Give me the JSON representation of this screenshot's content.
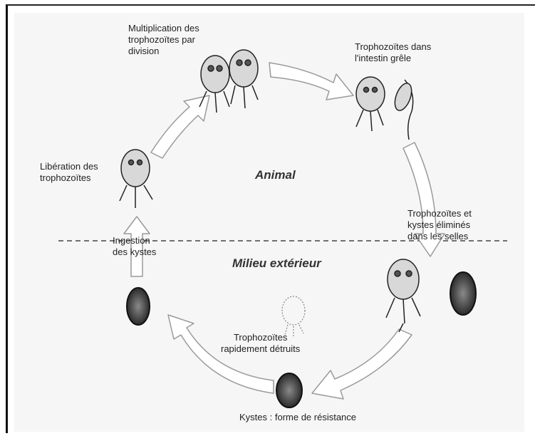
{
  "zones": {
    "upper": "Animal",
    "lower": "Milieu extérieur"
  },
  "stages": {
    "multiplication": [
      "Multiplication des",
      "trophozoïtes par",
      "division"
    ],
    "intestine": [
      "Trophozoïtes dans",
      "l'intestin grêle"
    ],
    "eliminated": [
      "Trophozoïtes et",
      "kystes éliminés",
      "dans les selles"
    ],
    "cysts": "Kystes : forme de résistance",
    "destroyed": [
      "Trophozoïtes",
      "rapidement détruits"
    ],
    "ingestion": [
      "Ingestion",
      "des kystes"
    ],
    "liberation": [
      "Libération des",
      "trophozoïtes"
    ]
  }
}
